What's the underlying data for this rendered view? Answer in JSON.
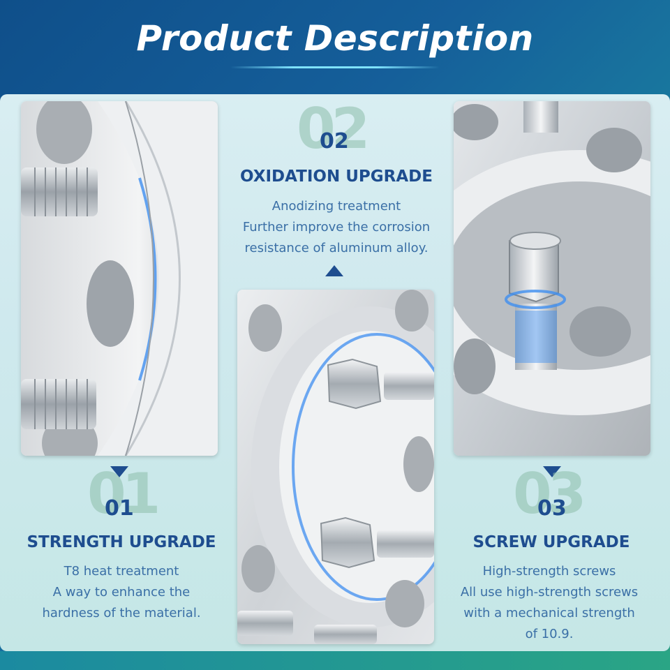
{
  "page": {
    "title": "Product Description"
  },
  "features": [
    {
      "number": "01",
      "heading": "STRENGTH UPGRADE",
      "lines": [
        "T8 heat treatment",
        "A way to enhance the",
        "hardness of the material."
      ]
    },
    {
      "number": "02",
      "heading": "OXIDATION UPGRADE",
      "lines": [
        "Anodizing treatment",
        "Further improve the corrosion",
        "resistance of aluminum alloy."
      ]
    },
    {
      "number": "03",
      "heading": "SCREW UPGRADE",
      "lines": [
        "High-strength screws",
        "All use high-strength screws",
        "with a mechanical strength",
        "of 10.9."
      ]
    }
  ],
  "colors": {
    "heading": "#1e4d8f",
    "body_text": "#3a6fa6",
    "title_text": "#ffffff",
    "accent_blue": "#2f7fe0",
    "background_top": "#0f4f8a",
    "background_bottom": "#2fa184"
  },
  "images": [
    {
      "name": "spacer-closeup-left"
    },
    {
      "name": "spacer-front-center"
    },
    {
      "name": "spacer-bolt-right"
    }
  ]
}
